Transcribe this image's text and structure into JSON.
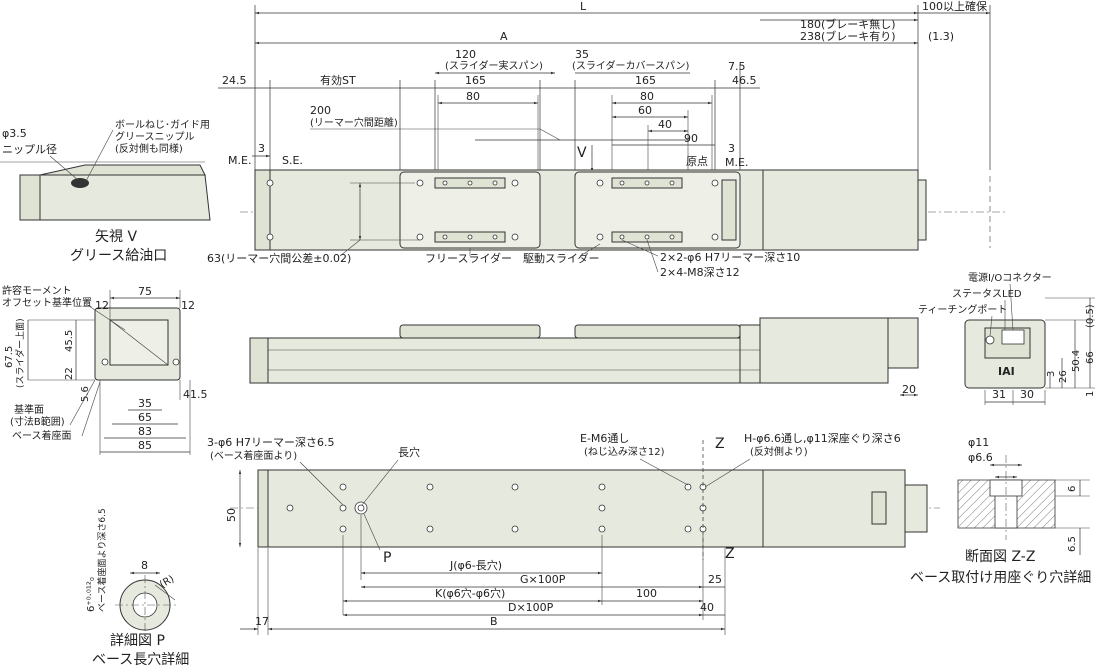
{
  "labels": {
    "L": "L",
    "clear100": "100以上確保",
    "brake_none": "180(ブレーキ無し)",
    "brake_with": "238(ブレーキ有り)",
    "A": "A",
    "d13": "(1.3)",
    "d120": "120",
    "slider_span": "(スライダー実スパン)",
    "d35": "35",
    "cover_span": "(スライダーカバースパン)",
    "d24_5": "24.5",
    "effST": "有効ST",
    "d165a": "165",
    "d165b": "165",
    "d7_5": "7.5",
    "d46_5": "46.5",
    "d80a": "80",
    "d80b": "80",
    "d60": "60",
    "d200": "200",
    "reamer_pitch": "(リーマー穴間距離)",
    "d40": "40",
    "d90": "90",
    "d3a": "3",
    "d3b": "3",
    "ME1": "M.E.",
    "SE": "S.E.",
    "V": "V",
    "origin": "原点",
    "ME2": "M.E.",
    "phi35": "φ3.5",
    "nipple_dia": "ニップル径",
    "ball_nipple1": "ボールねじ･ガイド用",
    "ball_nipple2": "グリースニップル",
    "ball_nipple3": "(反対側も同様)",
    "viewV": "矢視 V",
    "grease_port": "グリース給油口",
    "d63": "63(リーマー穴間公差±0.02)",
    "free_slider": "フリースライダー",
    "drive_slider": "駆動スライダー",
    "reamer10": "2×2-φ6 H7リーマー深さ10",
    "m8": "2×4-M8深さ12",
    "moment1": "許容モーメント",
    "moment2": "オフセット基準位置",
    "d75": "75",
    "d12a": "12",
    "d12b": "12",
    "d67_5": "67.5",
    "slider_top": "(スライダー上面)",
    "d45_5": "45.5",
    "d22": "22",
    "d5_6": "5.6",
    "d41_5": "41.5",
    "ref_face1": "基準面",
    "ref_face2": "(寸法B範囲)",
    "base_face": "ベース着座面",
    "d35b": "35",
    "d65": "65",
    "d83": "83",
    "d85": "85",
    "power_conn": "電源I/Oコネクター",
    "status_led": "ステータスLED",
    "teach_port": "ティーチングポート",
    "d0_5": "(0.5)",
    "d66": "66",
    "d50_4": "50.4",
    "d26": "26",
    "d3c": "3",
    "d1": "1",
    "d31": "31",
    "d30": "30",
    "d20": "20",
    "iai": "IAI",
    "reamer65a": "3-φ6 H7リーマー深さ6.5",
    "reamer65b": "(ベース着座面より)",
    "long_hole": "長穴",
    "em6a": "E-M6通し",
    "em6b": "(ねじ込み深さ12)",
    "hphi_a": "H-φ6.6通し,φ11深座ぐり深さ6",
    "hphi_b": "(反対側より)",
    "Z1": "Z",
    "Z2": "Z",
    "d50": "50",
    "P": "P",
    "J": "J(φ6-長穴)",
    "G": "G×100P",
    "d25": "25",
    "K": "K(φ6穴-φ6穴)",
    "d100": "100",
    "D": "D×100P",
    "d40b": "40",
    "d17": "17",
    "B": "B",
    "d8": "8",
    "R": "(R)",
    "tol": "6⁺⁰·⁰¹²₀",
    "base_depth": "ベース着座面より深さ6.5",
    "detailP": "詳細図 P",
    "base_long": "ベース長穴詳細",
    "phi11": "φ11",
    "phi6_6": "φ6.6",
    "d6a": "6",
    "d6_5": "6.5",
    "sectionZ": "断面図 Z-Z",
    "base_cb": "ベース取付け用座ぐり穴詳細"
  }
}
